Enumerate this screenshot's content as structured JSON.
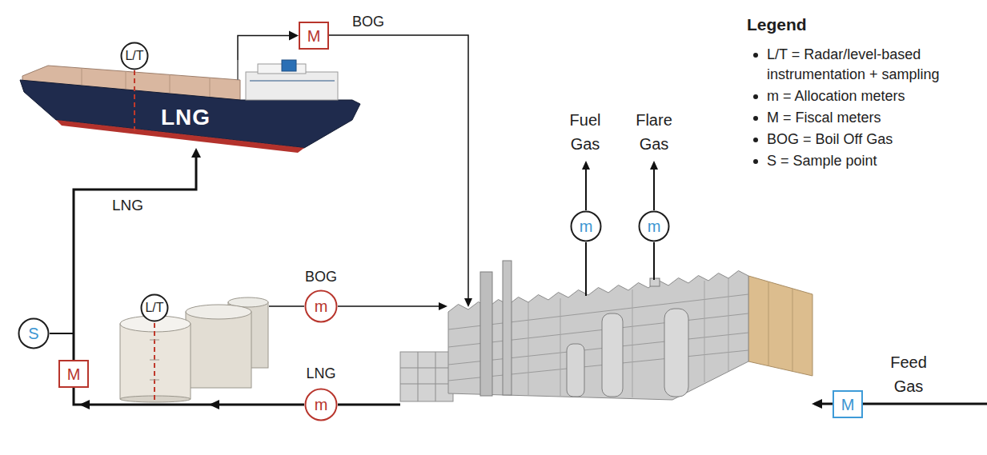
{
  "diagram": {
    "nodes": [
      {
        "text": [
          "LNG"
        ]
      },
      {
        "text": [
          "L/T"
        ]
      },
      {
        "text": [
          "M"
        ]
      },
      {
        "text": [
          "m"
        ]
      },
      {
        "text": [
          "m"
        ]
      },
      {
        "text": [
          "L/T"
        ]
      },
      {
        "text": [
          "m"
        ]
      },
      {
        "text": [
          "S"
        ]
      },
      {
        "text": [
          "M"
        ]
      },
      {
        "text": [
          "m"
        ]
      },
      {
        "text": [
          "M"
        ]
      }
    ],
    "edges": [
      {
        "from": 8,
        "to": 0,
        "arrow": "to",
        "label": "LNG"
      },
      {
        "from": 0,
        "to": 2,
        "arrow": "to"
      }
    ],
    "labels": [
      "BOG",
      "Fuel Gas",
      "Flare Gas",
      "BOG",
      "LNG",
      "Feed Gas",
      "Legend"
    ],
    "legend": [
      {
        "text": "L/T = Radar/level-based instrumentation + sampling"
      },
      {
        "text": "m = Allocation meters"
      },
      {
        "text": "M = Fiscal meters"
      },
      {
        "text": "BOG = Boil Off Gas"
      },
      {
        "text": "S = Sample point"
      }
    ]
  }
}
